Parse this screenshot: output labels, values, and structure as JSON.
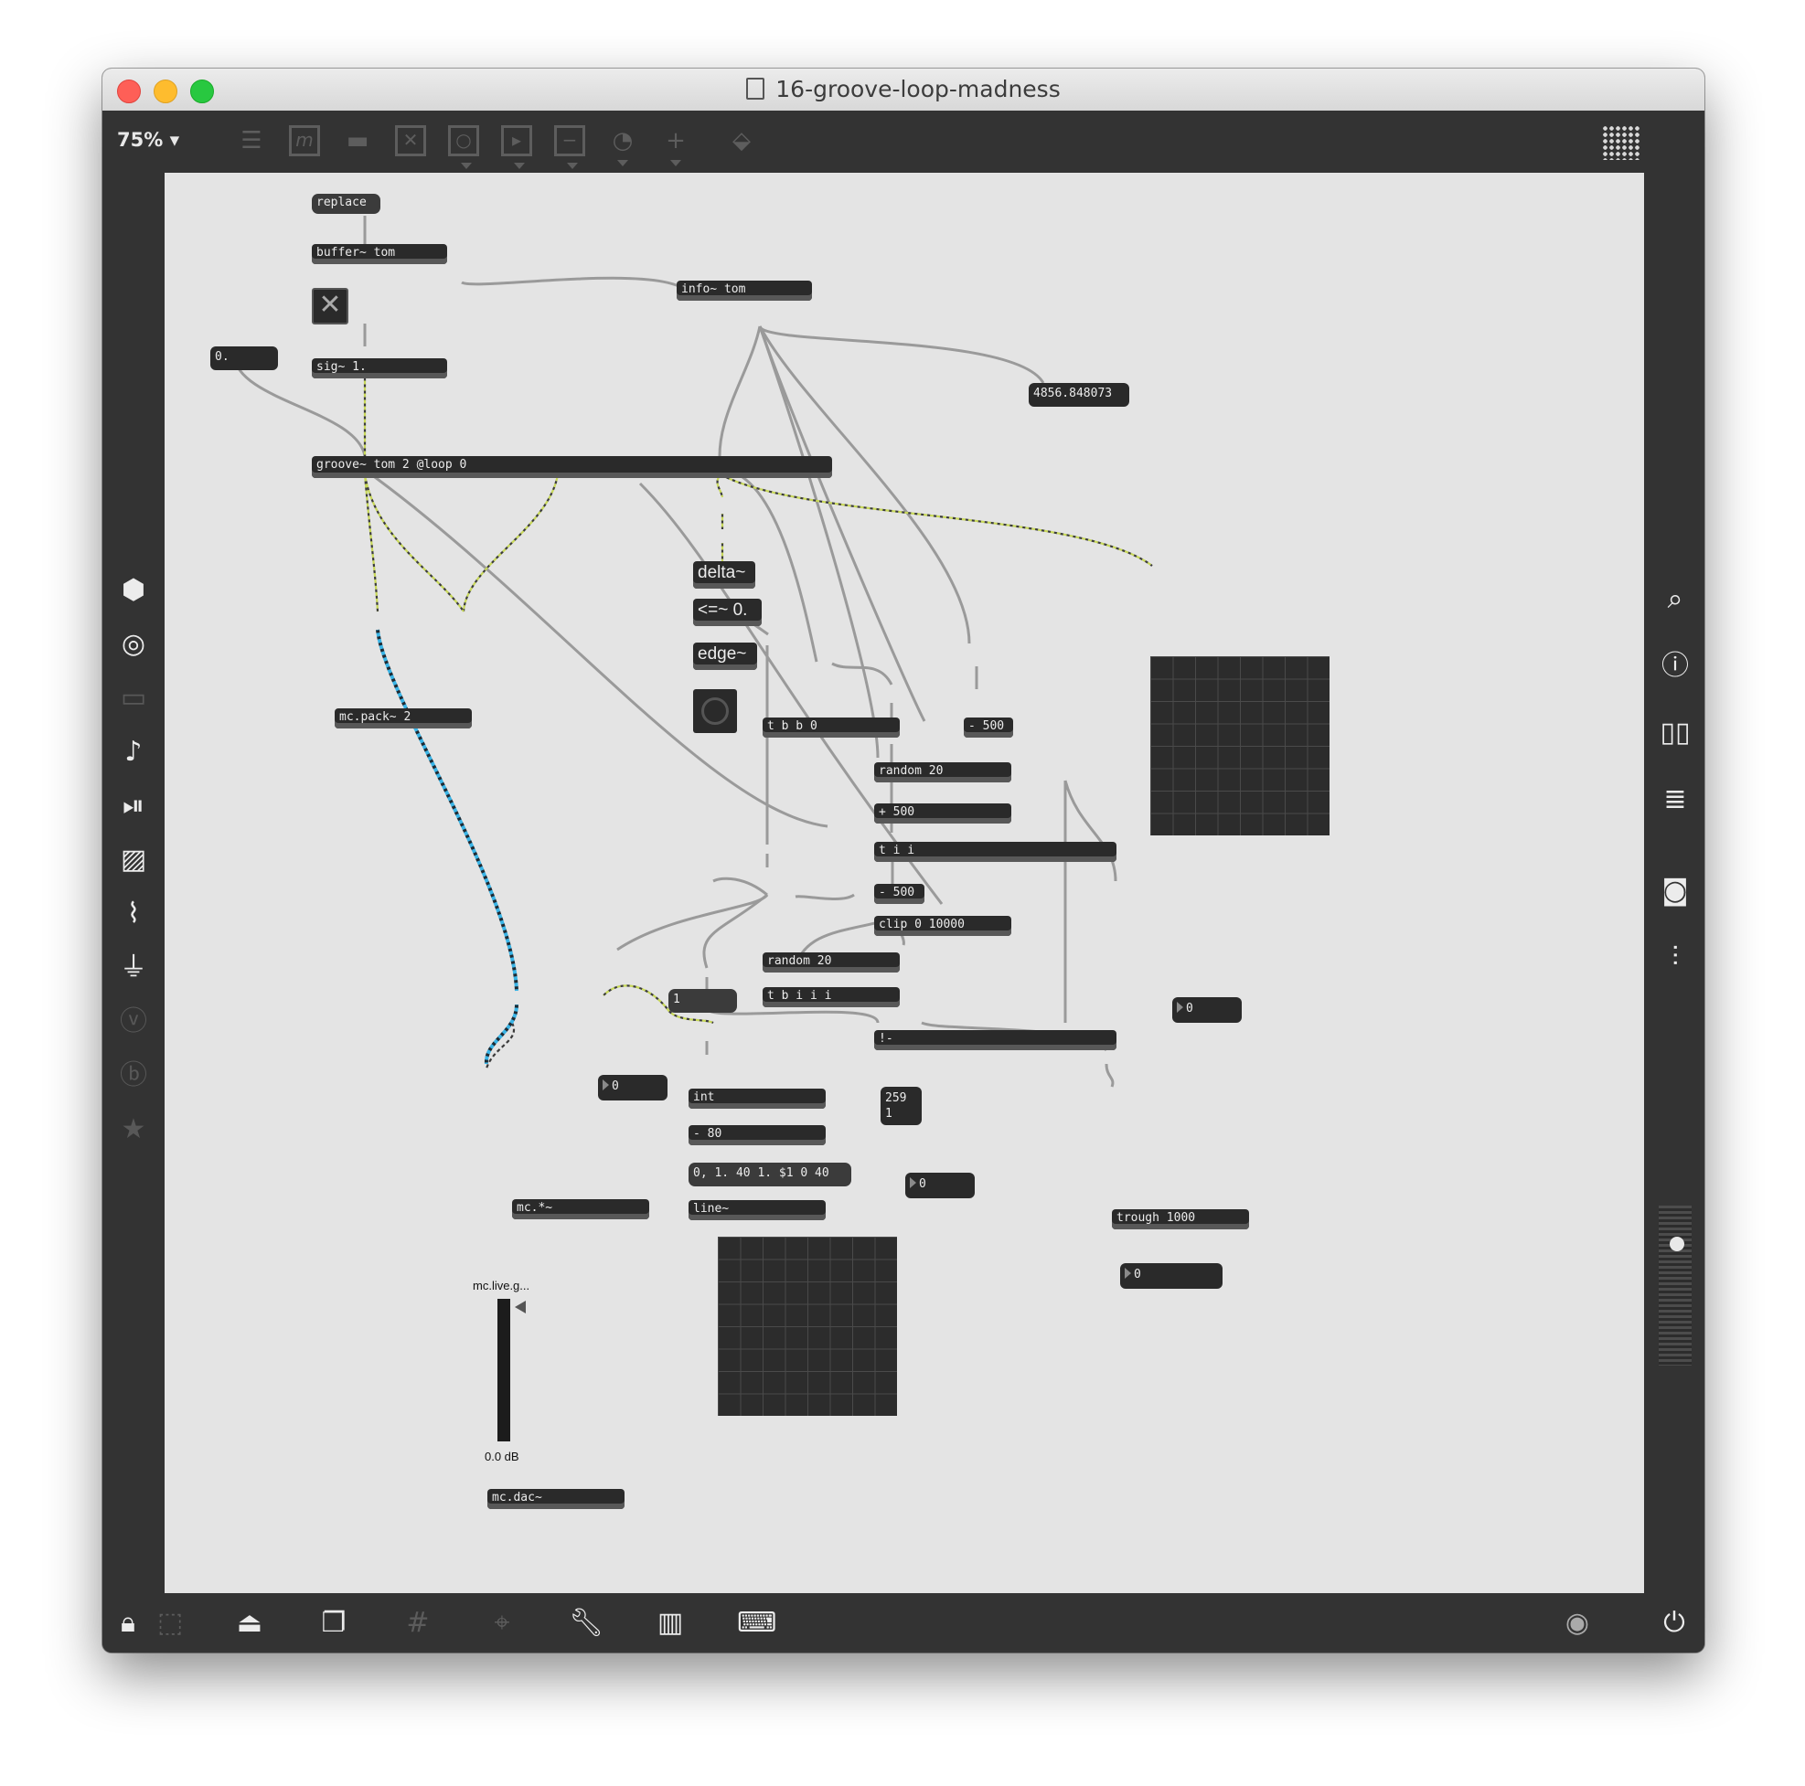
{
  "window": {
    "title": "16-groove-loop-madness"
  },
  "toolbar": {
    "zoom": "75%",
    "tools": [
      "new-object",
      "message",
      "comment",
      "toggle",
      "button",
      "number",
      "slider",
      "dial",
      "plus",
      "paint-bucket"
    ],
    "grid_icon": "grid-icon"
  },
  "left_sidebar": [
    "package-icon",
    "target-icon",
    "bpatcher-icon",
    "music-note-icon",
    "media-icon",
    "image-icon",
    "paperclip-icon",
    "plug-icon",
    "vizzie-icon",
    "beap-icon",
    "star-icon"
  ],
  "right_sidebar": [
    "search-icon",
    "info-icon",
    "book-icon",
    "list-icon",
    "camera-icon",
    "mixer-icon"
  ],
  "bottom_bar": [
    "lock-icon",
    "presentation-icon",
    "present-icon",
    "window-icon",
    "grid-icon",
    "snap-icon",
    "wrench-icon",
    "piano-icon",
    "keyboard-icon",
    "play-icon",
    "power-icon"
  ],
  "patch": {
    "replace_msg": "replace",
    "buffer": "buffer~ tom",
    "info": "info~ tom",
    "float_box": "0.",
    "sig": "sig~ 1.",
    "duration": "4856.848073",
    "groove": "groove~ tom 2 @loop 0",
    "delta": "delta~",
    "lte": "<=~ 0.",
    "edge": "edge~",
    "mc_pack": "mc.pack~ 2",
    "tbb": "t b b 0",
    "minus500a": "- 500",
    "random20a": "random 20",
    "plus500": "+ 500",
    "tii": "t i i",
    "minus500b": "- 500",
    "clip": "clip 0 10000",
    "random20b": "random 20",
    "tbiii": "t b i i i",
    "msg_one": "1",
    "num_zero_right": "0",
    "notminus": "!-",
    "num_zero_left": "0",
    "int": "int",
    "minus80": "- 80",
    "msg_259": "259",
    "msg_1": "1",
    "line_msg": "0, 1. 40 1. $1 0 40",
    "num_zero_mid": "0",
    "line": "line~",
    "trough": "trough 1000",
    "num_zero_trough": "0",
    "mc_mul": "mc.*~",
    "gain_name": "mc.live.g...",
    "gain_db": "0.0 dB",
    "mc_dac": "mc.dac~"
  },
  "colors": {
    "signal": "#c8d85a",
    "mc": "#3ab4e6",
    "control": "#9a9a9a"
  }
}
